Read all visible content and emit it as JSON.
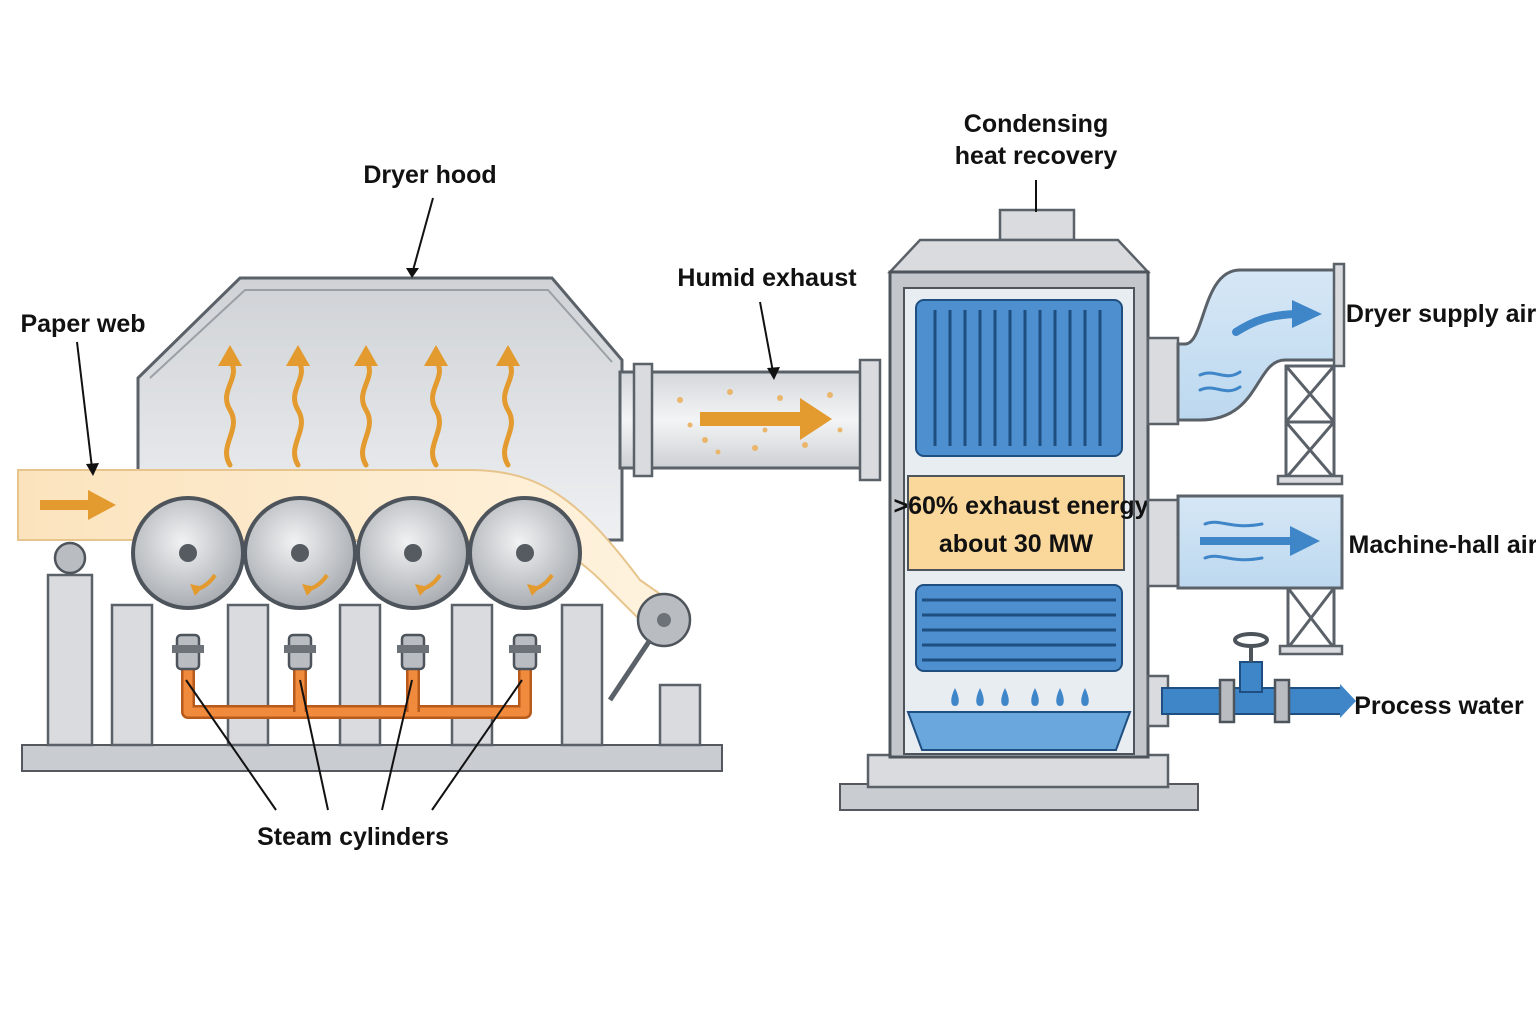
{
  "labels": {
    "paper_web": "Paper web",
    "dryer_hood": "Dryer hood",
    "humid_exhaust": "Humid exhaust",
    "condensing_line1": "Condensing",
    "condensing_line2": "heat recovery",
    "dryer_supply_air": "Dryer supply air",
    "machine_hall_air": "Machine-hall air",
    "process_water": "Process water",
    "steam_cylinders": "Steam cylinders"
  },
  "stats": {
    "energy_share": ">60% exhaust energy",
    "power": "about 30 MW"
  },
  "colors": {
    "heat_arrow": "#e39a2e",
    "steam_pipe": "#f08a3c",
    "water_blue": "#3f86c9",
    "stat_box": "#fad79a",
    "steel": "#d9dbde"
  },
  "icons": {
    "heat_rise": "wavy-arrow-up-icon",
    "flow": "arrow-right-icon",
    "water_drop": "water-drop-icon",
    "valve": "valve-icon"
  }
}
